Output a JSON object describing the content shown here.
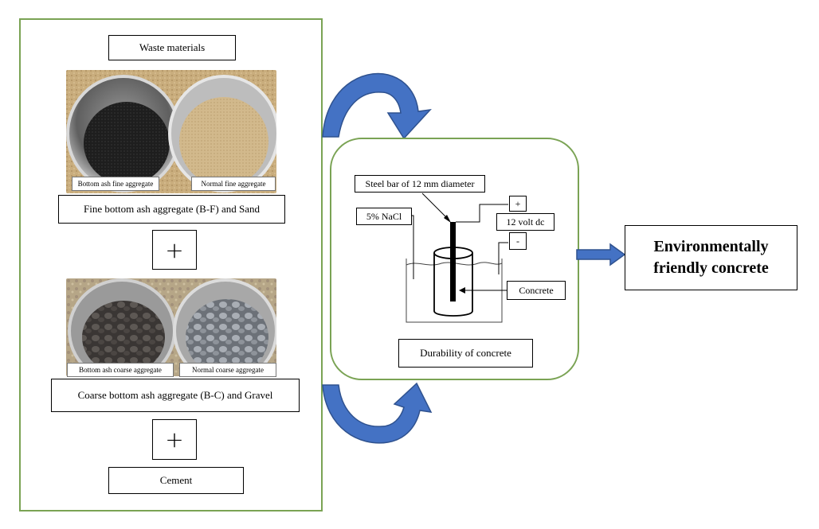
{
  "left": {
    "waste_materials": "Waste materials",
    "fine_photo_label_left": "Bottom ash fine aggregate",
    "fine_photo_label_right": "Normal fine aggregate",
    "fine_caption": "Fine bottom ash aggregate (B-F) and Sand",
    "plus_1": "+",
    "coarse_photo_label_left": "Bottom ash coarse aggregate",
    "coarse_photo_label_right": "Normal coarse aggregate",
    "coarse_caption": "Coarse bottom ash aggregate (B-C) and Gravel",
    "plus_2": "+",
    "cement": "Cement"
  },
  "center": {
    "steel_bar": "Steel bar of 12 mm diameter",
    "nacl": "5% NaCl",
    "plus_terminal": "+",
    "voltage": "12 volt dc",
    "minus_terminal": "-",
    "concrete": "Concrete",
    "durability": "Durability of concrete"
  },
  "output": {
    "line1": "Environmentally",
    "line2": "friendly concrete"
  },
  "colors": {
    "panel_border": "#7aa354",
    "arrow_fill": "#4472c4",
    "arrow_stroke": "#2f528f"
  }
}
